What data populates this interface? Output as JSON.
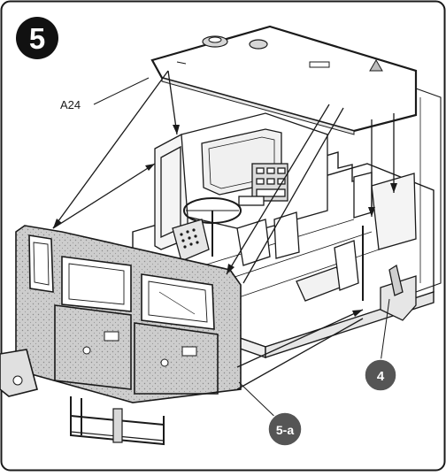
{
  "step": {
    "number": "5"
  },
  "labels": {
    "part_ref": "A24",
    "callout_4": "4",
    "callout_5a": "5-a"
  },
  "colors": {
    "line": "#1a1a1a",
    "panel_fill": "#c9c9c9",
    "panel_fill_light": "#e2e2e2",
    "badge_fill": "#111111",
    "callout_fill": "#555555",
    "text_light": "#ffffff"
  },
  "icons": {
    "step_badge": "black-circle",
    "callouts": "grey-circle"
  }
}
